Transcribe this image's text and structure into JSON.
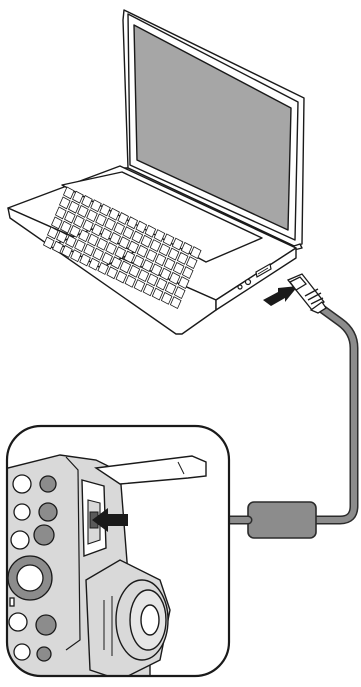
{
  "figure": {
    "kind": "usb-connection-illustration",
    "steps": [
      {
        "target": "laptop-usb-port",
        "connector": "usb-a"
      },
      {
        "target": "camera-usb-port",
        "connector": "micro-usb"
      }
    ],
    "colors": {
      "outline": "#1a1a1a",
      "screen": "#a6a6a6",
      "cable": "#8c8c8c",
      "cable_outline": "#2b2b2b",
      "body_fill": "#ffffff",
      "camera_fill": "#d9d9d9",
      "camera_dark": "#5a5a5a",
      "arrow": "#1a1a1a"
    },
    "icons": [
      "laptop-icon",
      "usb-cable-icon",
      "camera-icon",
      "insert-arrow-icon"
    ]
  }
}
